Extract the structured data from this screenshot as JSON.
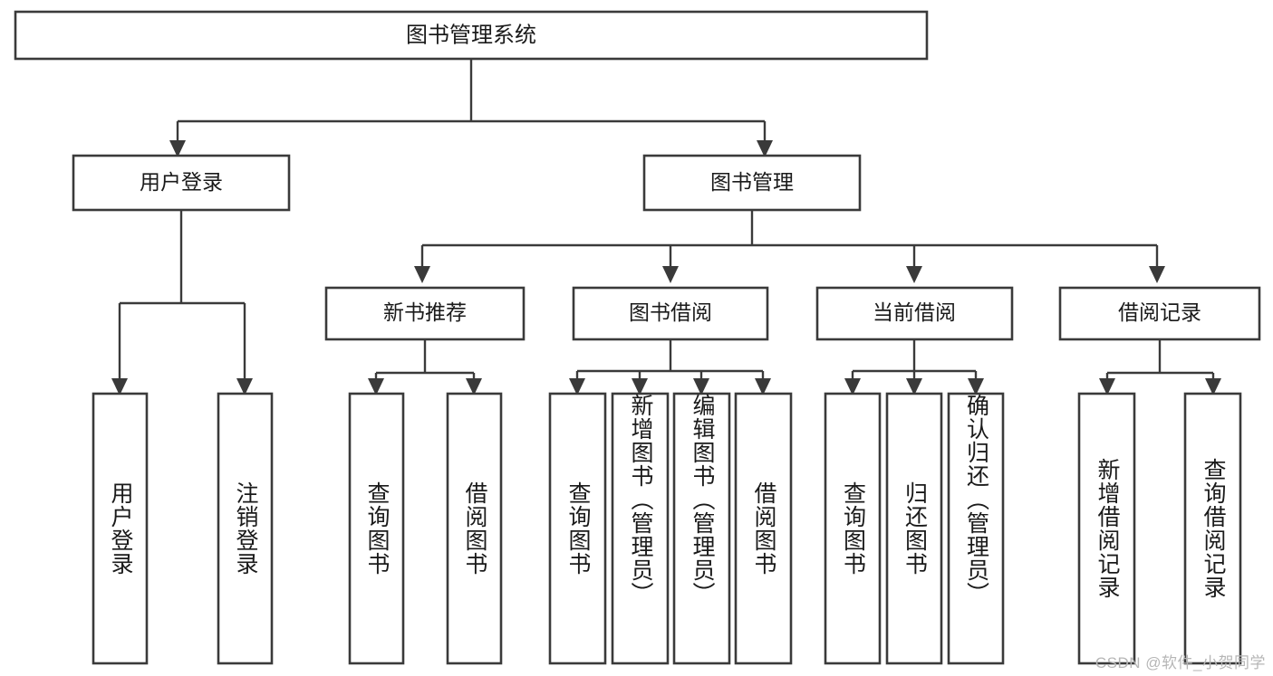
{
  "diagram": {
    "type": "tree-hierarchy-chart",
    "title": "图书管理系统",
    "watermark": "CSDN @软件_小贺同学",
    "colors": {
      "box_stroke": "#3a3a3a",
      "box_fill": "#ffffff",
      "text": "#1a1a1a",
      "background": "#ffffff",
      "watermark": "#b6b6b6"
    },
    "root": {
      "id": "root",
      "label": "图书管理系统",
      "orientation": "horizontal"
    },
    "level2": [
      {
        "id": "user-login",
        "label": "用户登录",
        "orientation": "horizontal"
      },
      {
        "id": "book-manage",
        "label": "图书管理",
        "orientation": "horizontal"
      }
    ],
    "level3": [
      {
        "id": "new-book-recommend",
        "label": "新书推荐",
        "parent": "book-manage",
        "orientation": "horizontal"
      },
      {
        "id": "book-borrow",
        "label": "图书借阅",
        "parent": "book-manage",
        "orientation": "horizontal"
      },
      {
        "id": "current-borrow",
        "label": "当前借阅",
        "parent": "book-manage",
        "orientation": "horizontal"
      },
      {
        "id": "borrow-record",
        "label": "借阅记录",
        "parent": "book-manage",
        "orientation": "horizontal"
      }
    ],
    "leaves": [
      {
        "id": "leaf-user-login",
        "label": "用户登录",
        "parent": "user-login",
        "orientation": "vertical"
      },
      {
        "id": "leaf-logout-login",
        "label": "注销登录",
        "parent": "user-login",
        "orientation": "vertical"
      },
      {
        "id": "leaf-query-book-1",
        "label": "查询图书",
        "parent": "new-book-recommend",
        "orientation": "vertical"
      },
      {
        "id": "leaf-borrow-book-1",
        "label": "借阅图书",
        "parent": "new-book-recommend",
        "orientation": "vertical"
      },
      {
        "id": "leaf-query-book-2",
        "label": "查询图书",
        "parent": "book-borrow",
        "orientation": "vertical"
      },
      {
        "id": "leaf-add-book",
        "label": "新增图书（管理员）",
        "parent": "book-borrow",
        "orientation": "vertical"
      },
      {
        "id": "leaf-edit-book",
        "label": "编辑图书（管理员）",
        "parent": "book-borrow",
        "orientation": "vertical"
      },
      {
        "id": "leaf-borrow-book-2",
        "label": "借阅图书",
        "parent": "book-borrow",
        "orientation": "vertical"
      },
      {
        "id": "leaf-query-book-3",
        "label": "查询图书",
        "parent": "current-borrow",
        "orientation": "vertical"
      },
      {
        "id": "leaf-return-book",
        "label": "归还图书",
        "parent": "current-borrow",
        "orientation": "vertical"
      },
      {
        "id": "leaf-confirm-return",
        "label": "确认归还（管理员）",
        "parent": "current-borrow",
        "orientation": "vertical"
      },
      {
        "id": "leaf-add-record",
        "label": "新增借阅记录",
        "parent": "borrow-record",
        "orientation": "vertical"
      },
      {
        "id": "leaf-query-record",
        "label": "查询借阅记录",
        "parent": "borrow-record",
        "orientation": "vertical"
      }
    ]
  }
}
